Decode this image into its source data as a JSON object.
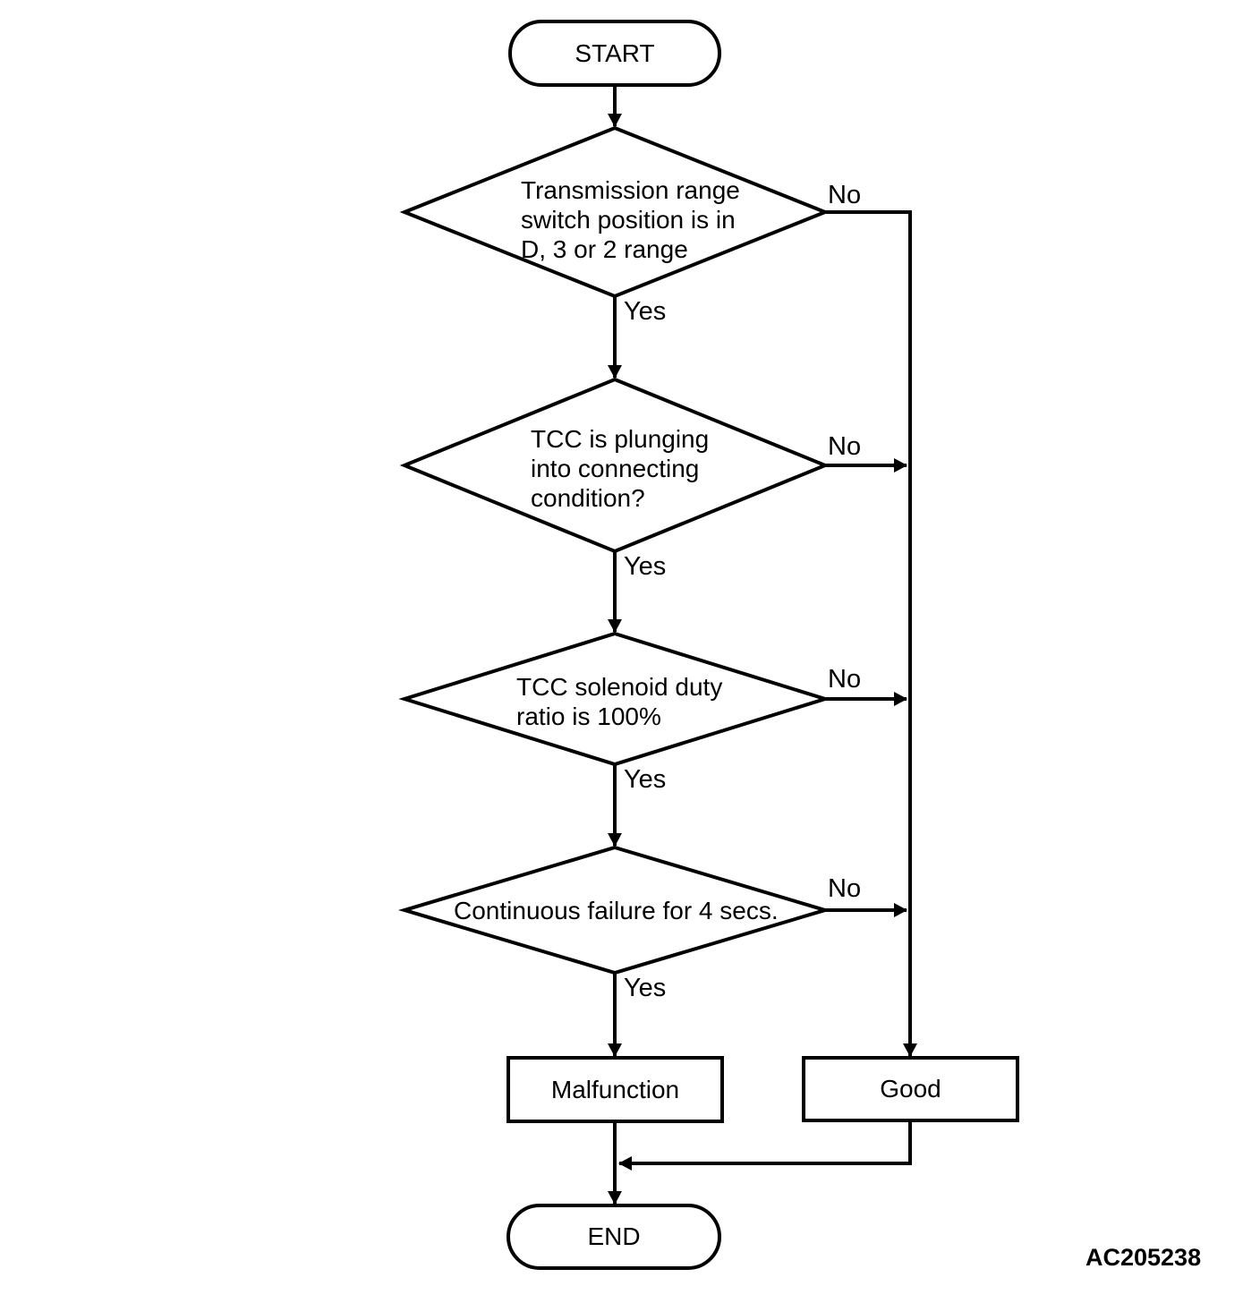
{
  "figure": {
    "code": "AC205238"
  },
  "colors": {
    "line": "#000000",
    "background": "#ffffff",
    "text": "#000000"
  },
  "flow": {
    "start": "START",
    "end": "END",
    "labels": {
      "yes": "Yes",
      "no": "No"
    },
    "decisions": [
      {
        "lines": [
          "Transmission range",
          "switch position is in",
          "D, 3 or 2 range"
        ]
      },
      {
        "lines": [
          "TCC is plunging",
          "into connecting",
          "condition?"
        ]
      },
      {
        "lines": [
          "TCC solenoid duty",
          "ratio is 100%"
        ]
      },
      {
        "lines": [
          "Continuous failure for 4 secs."
        ]
      }
    ],
    "outcomes": {
      "malfunction": "Malfunction",
      "good": "Good"
    }
  }
}
